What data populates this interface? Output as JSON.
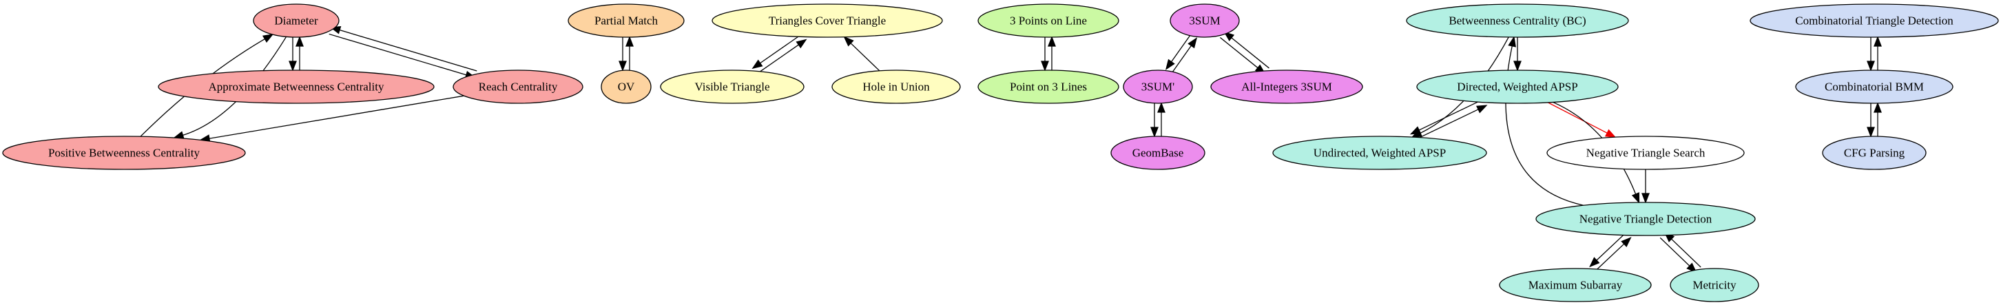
{
  "groups": {
    "red": "#f9a3a3",
    "orange": "#fdd3a0",
    "yellow": "#fffdc0",
    "green": "#cbf9a3",
    "magenta": "#ec8ded",
    "teal": "#b3f0e3",
    "white": "#ffffff",
    "blue": "#cfdcf6"
  },
  "edge_colors": {
    "default": "#000000",
    "highlight": "#ee0000"
  },
  "nodes": [
    {
      "id": "diameter",
      "label": "Diameter",
      "group": "red"
    },
    {
      "id": "approx_bc",
      "label": "Approximate Betweenness Centrality",
      "group": "red"
    },
    {
      "id": "reach",
      "label": "Reach Centrality",
      "group": "red"
    },
    {
      "id": "pos_bc",
      "label": "Positive Betweenness Centrality",
      "group": "red"
    },
    {
      "id": "partial_match",
      "label": "Partial Match",
      "group": "orange"
    },
    {
      "id": "ov",
      "label": "OV",
      "group": "orange"
    },
    {
      "id": "tri_cover",
      "label": "Triangles Cover Triangle",
      "group": "yellow"
    },
    {
      "id": "visible_tri",
      "label": "Visible Triangle",
      "group": "yellow"
    },
    {
      "id": "hole_union",
      "label": "Hole in Union",
      "group": "yellow"
    },
    {
      "id": "pts_line",
      "label": "3 Points on Line",
      "group": "green"
    },
    {
      "id": "pt_lines",
      "label": "Point on 3 Lines",
      "group": "green"
    },
    {
      "id": "sum3",
      "label": "3SUM",
      "group": "magenta"
    },
    {
      "id": "sum3p",
      "label": "3SUM'",
      "group": "magenta"
    },
    {
      "id": "allint",
      "label": "All-Integers 3SUM",
      "group": "magenta"
    },
    {
      "id": "geombase",
      "label": "GeomBase",
      "group": "magenta"
    },
    {
      "id": "bc",
      "label": "Betweenness Centrality (BC)",
      "group": "teal"
    },
    {
      "id": "dir_apsp",
      "label": "Directed, Weighted APSP",
      "group": "teal"
    },
    {
      "id": "undir_apsp",
      "label": "Undirected, Weighted APSP",
      "group": "teal"
    },
    {
      "id": "neg_search",
      "label": "Negative Triangle Search",
      "group": "white"
    },
    {
      "id": "neg_detect",
      "label": "Negative Triangle Detection",
      "group": "teal"
    },
    {
      "id": "max_sub",
      "label": "Maximum Subarray",
      "group": "teal"
    },
    {
      "id": "metricity",
      "label": "Metricity",
      "group": "teal"
    },
    {
      "id": "comb_tri",
      "label": "Combinatorial Triangle Detection",
      "group": "blue"
    },
    {
      "id": "comb_bmm",
      "label": "Combinatorial BMM",
      "group": "blue"
    },
    {
      "id": "cfg",
      "label": "CFG Parsing",
      "group": "blue"
    }
  ],
  "edges": [
    {
      "from": "diameter",
      "to": "approx_bc"
    },
    {
      "from": "approx_bc",
      "to": "diameter"
    },
    {
      "from": "diameter",
      "to": "reach"
    },
    {
      "from": "reach",
      "to": "diameter"
    },
    {
      "from": "diameter",
      "to": "pos_bc"
    },
    {
      "from": "pos_bc",
      "to": "diameter"
    },
    {
      "from": "reach",
      "to": "pos_bc"
    },
    {
      "from": "partial_match",
      "to": "ov"
    },
    {
      "from": "ov",
      "to": "partial_match"
    },
    {
      "from": "tri_cover",
      "to": "visible_tri"
    },
    {
      "from": "visible_tri",
      "to": "tri_cover"
    },
    {
      "from": "hole_union",
      "to": "tri_cover"
    },
    {
      "from": "pts_line",
      "to": "pt_lines"
    },
    {
      "from": "pt_lines",
      "to": "pts_line"
    },
    {
      "from": "sum3",
      "to": "sum3p"
    },
    {
      "from": "sum3p",
      "to": "sum3"
    },
    {
      "from": "sum3",
      "to": "allint"
    },
    {
      "from": "allint",
      "to": "sum3"
    },
    {
      "from": "sum3p",
      "to": "geombase"
    },
    {
      "from": "geombase",
      "to": "sum3p"
    },
    {
      "from": "bc",
      "to": "undir_apsp"
    },
    {
      "from": "bc",
      "to": "dir_apsp"
    },
    {
      "from": "dir_apsp",
      "to": "undir_apsp"
    },
    {
      "from": "undir_apsp",
      "to": "dir_apsp"
    },
    {
      "from": "dir_apsp",
      "to": "neg_search",
      "color": "highlight"
    },
    {
      "from": "dir_apsp",
      "to": "neg_detect"
    },
    {
      "from": "neg_search",
      "to": "neg_detect"
    },
    {
      "from": "neg_detect",
      "to": "bc"
    },
    {
      "from": "neg_detect",
      "to": "max_sub"
    },
    {
      "from": "max_sub",
      "to": "neg_detect"
    },
    {
      "from": "neg_detect",
      "to": "metricity"
    },
    {
      "from": "metricity",
      "to": "neg_detect"
    },
    {
      "from": "comb_tri",
      "to": "comb_bmm"
    },
    {
      "from": "comb_bmm",
      "to": "comb_tri"
    },
    {
      "from": "comb_bmm",
      "to": "cfg"
    },
    {
      "from": "cfg",
      "to": "comb_bmm"
    }
  ]
}
